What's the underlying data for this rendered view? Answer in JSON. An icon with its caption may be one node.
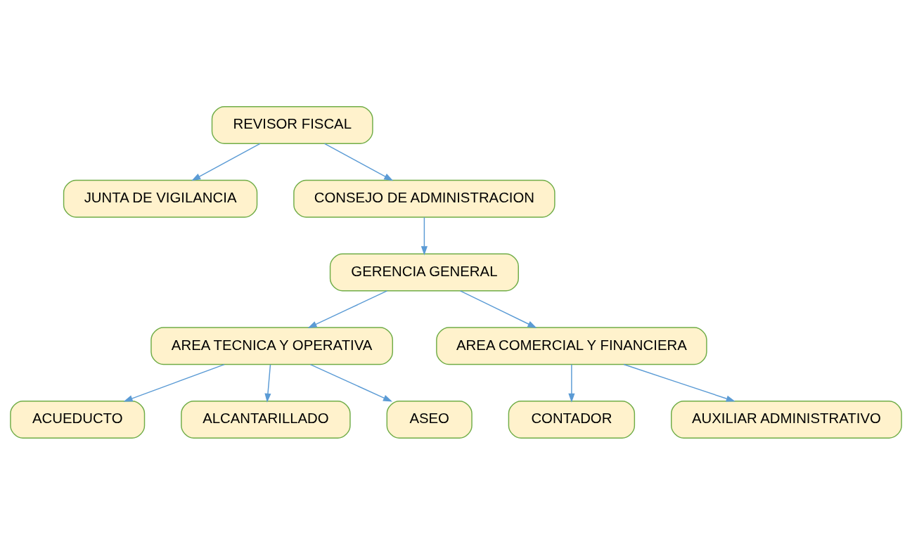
{
  "diagram": {
    "nodes": [
      {
        "text": [
          "REVISOR FISCAL"
        ]
      },
      {
        "text": [
          "JUNTA DE VIGILANCIA"
        ]
      },
      {
        "text": [
          "CONSEJO DE ADMINISTRACION"
        ]
      },
      {
        "text": [
          "GERENCIA GENERAL"
        ]
      },
      {
        "text": [
          "AREA TECNICA Y OPERATIVA"
        ]
      },
      {
        "text": [
          "AREA COMERCIAL Y FINANCIERA"
        ]
      },
      {
        "text": [
          "ACUEDUCTO"
        ]
      },
      {
        "text": [
          "ALCANTARILLADO"
        ]
      },
      {
        "text": [
          "ASEO"
        ]
      },
      {
        "text": [
          "CONTADOR"
        ]
      },
      {
        "text": [
          "AUXILIAR ADMINISTRATIVO"
        ]
      }
    ],
    "edges": [
      {
        "from": 0,
        "to": 1,
        "arrow": "to"
      },
      {
        "from": 0,
        "to": 2,
        "arrow": "to"
      },
      {
        "from": 2,
        "to": 3,
        "arrow": "to"
      },
      {
        "from": 3,
        "to": 4,
        "arrow": "to"
      },
      {
        "from": 3,
        "to": 5,
        "arrow": "to"
      },
      {
        "from": 4,
        "to": 6,
        "arrow": "to"
      },
      {
        "from": 4,
        "to": 7,
        "arrow": "to"
      },
      {
        "from": 4,
        "to": 8,
        "arrow": "to"
      },
      {
        "from": 5,
        "to": 9,
        "arrow": "to"
      },
      {
        "from": 5,
        "to": 10,
        "arrow": "to"
      }
    ]
  }
}
